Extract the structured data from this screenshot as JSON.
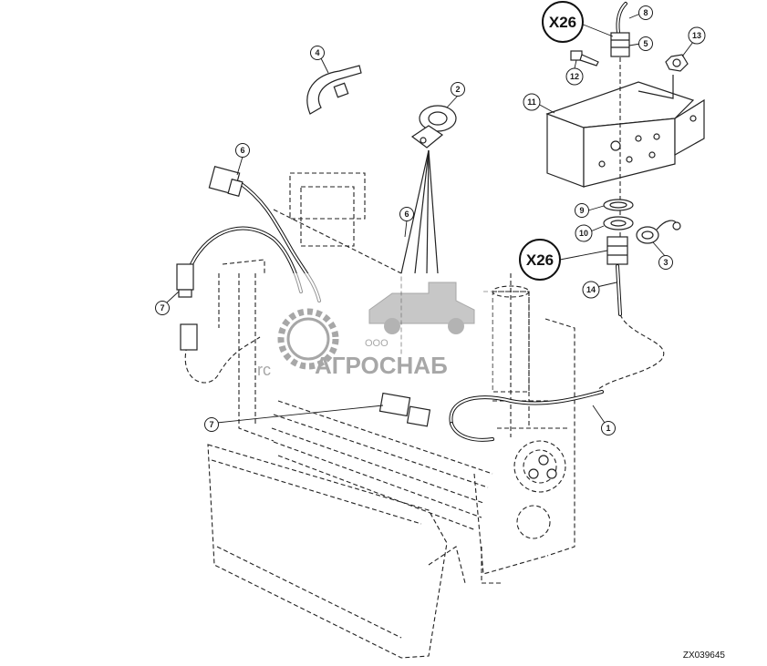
{
  "callouts": [
    {
      "id": "c1",
      "label": "1"
    },
    {
      "id": "c2",
      "label": "2"
    },
    {
      "id": "c3",
      "label": "3"
    },
    {
      "id": "c4",
      "label": "4"
    },
    {
      "id": "c5",
      "label": "5"
    },
    {
      "id": "c6a",
      "label": "6"
    },
    {
      "id": "c6b",
      "label": "6"
    },
    {
      "id": "c7a",
      "label": "7"
    },
    {
      "id": "c7b",
      "label": "7"
    },
    {
      "id": "c8",
      "label": "8"
    },
    {
      "id": "c9",
      "label": "9"
    },
    {
      "id": "c10",
      "label": "10"
    },
    {
      "id": "c11",
      "label": "11"
    },
    {
      "id": "c12",
      "label": "12"
    },
    {
      "id": "c13",
      "label": "13"
    },
    {
      "id": "c14",
      "label": "14"
    }
  ],
  "connector_labels": {
    "top": "X26",
    "mid": "X26"
  },
  "watermark": {
    "company_prefix": "ООО",
    "company_name": "АГРОСНАБ",
    "fragment": "rc"
  },
  "figure_id": "ZX039645",
  "colors": {
    "line": "#222222",
    "watermark": "#8a8a8a",
    "background": "#ffffff"
  }
}
